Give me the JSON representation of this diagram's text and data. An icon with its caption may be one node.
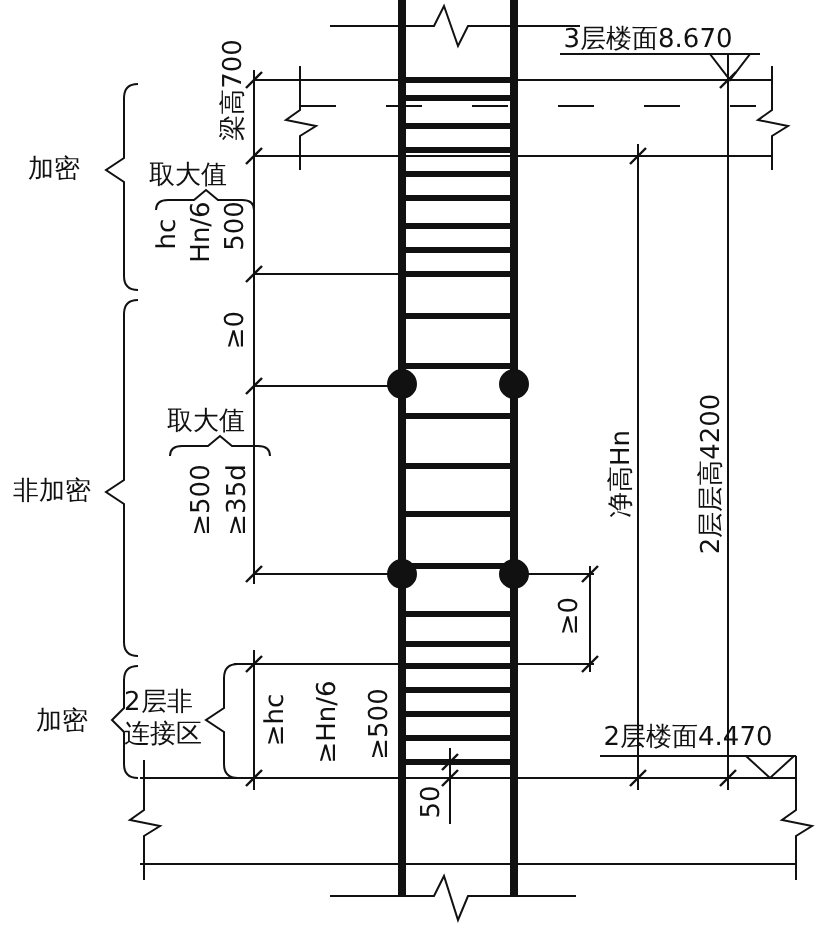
{
  "diagram": {
    "labels": [
      "3层楼面8.670",
      "梁高700",
      "加密",
      "取大值",
      "hc",
      "Hn/6",
      "500",
      "≥0",
      "取大值",
      "非加密",
      "≥500",
      "≥35d",
      "净高Hn",
      "2层层高4200",
      "≥0",
      "加密",
      "2层非连接区",
      "≥hc",
      "≥Hn/6",
      "≥500",
      "2层楼面4.470",
      "50"
    ]
  }
}
